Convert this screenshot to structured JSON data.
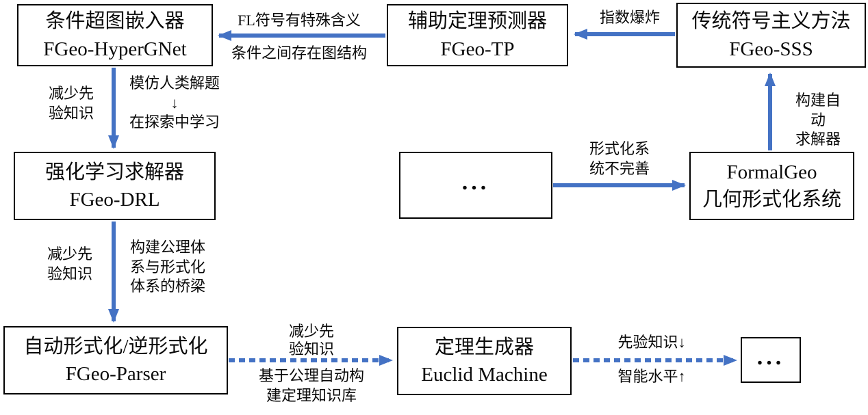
{
  "colors": {
    "arrow_blue": "#4472C4",
    "node_border": "#000000",
    "node_fill": "#ffffff",
    "text": "#0a0a0a"
  },
  "diagram": {
    "boxes": {
      "hypergnet": {
        "title": "条件超图嵌入器",
        "subtitle": "FGeo-HyperGNet"
      },
      "tp": {
        "title": "辅助定理预测器",
        "subtitle": "FGeo-TP"
      },
      "sss": {
        "title": "传统符号主义方法",
        "subtitle": "FGeo-SSS"
      },
      "drl": {
        "title": "强化学习求解器",
        "subtitle": "FGeo-DRL"
      },
      "ellipsis_middle": {
        "title": "..."
      },
      "formalgeo": {
        "title": "FormalGeo",
        "subtitle": "几何形式化系统"
      },
      "parser": {
        "title": "自动形式化/逆形式化",
        "subtitle": "FGeo-Parser"
      },
      "euclid": {
        "title": "定理生成器",
        "subtitle": "Euclid Machine"
      },
      "ellipsis_future": {
        "title": "..."
      }
    },
    "edges": {
      "tp_hypergnet": {
        "above": "FL符号有特殊含义",
        "below": "条件之间存在图结构"
      },
      "sss_tp": {
        "above": "指数爆炸"
      },
      "hypergnet_drl": {
        "left": "减少先\n验知识",
        "right": "模仿人类解题\n↓\n在探索中学习"
      },
      "formalgeo_sss": {
        "right": "构建自动\n求解器"
      },
      "others_formalgeo": {
        "above": "形式化系\n统不完善"
      },
      "drl_parser": {
        "left": "减少先\n验知识",
        "right": "构建公理体\n系与形式化\n体系的桥梁"
      },
      "parser_euclid": {
        "above": "减少先\n验知识",
        "below": "基于公理自动构\n建定理知识库"
      },
      "euclid_future": {
        "above": "先验知识↓",
        "below": "智能水平↑"
      }
    }
  }
}
